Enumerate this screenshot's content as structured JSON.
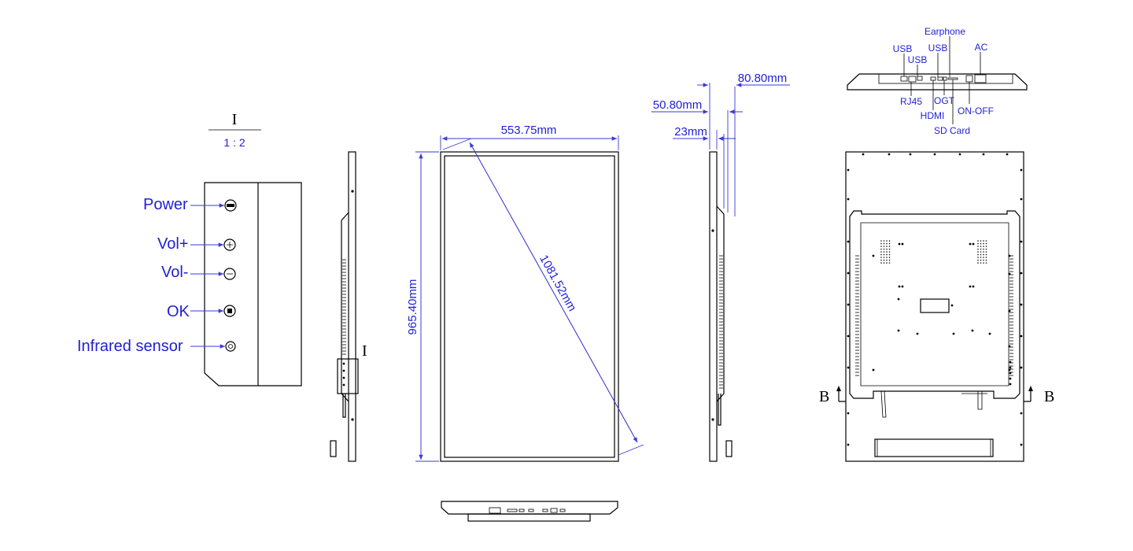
{
  "colors": {
    "label_blue": "#1f1fd6",
    "line_black": "#000000",
    "dimension_blue": "#3a3ad6"
  },
  "detail": {
    "marker": "I",
    "scale": "1 : 2"
  },
  "buttons": [
    "Power",
    "Vol+",
    "Vol-",
    "OK",
    "Infrared sensor"
  ],
  "side_view": {
    "marker": "I"
  },
  "front_view": {
    "width": "553.75mm",
    "height": "965.40mm",
    "diagonal": "1081.52mm"
  },
  "depth": {
    "total": "80.80mm",
    "mid": "50.80mm",
    "front": "23mm"
  },
  "ports": {
    "usb1": "USB",
    "usb2": "USB",
    "usb3": "USB",
    "earphone": "Earphone",
    "ac": "AC",
    "rj45": "RJ45",
    "ogt": "OGT",
    "on_off": "ON-OFF",
    "hdmi": "HDMI",
    "sd_card": "SD Card"
  },
  "section": {
    "left": "B",
    "right": "B"
  }
}
